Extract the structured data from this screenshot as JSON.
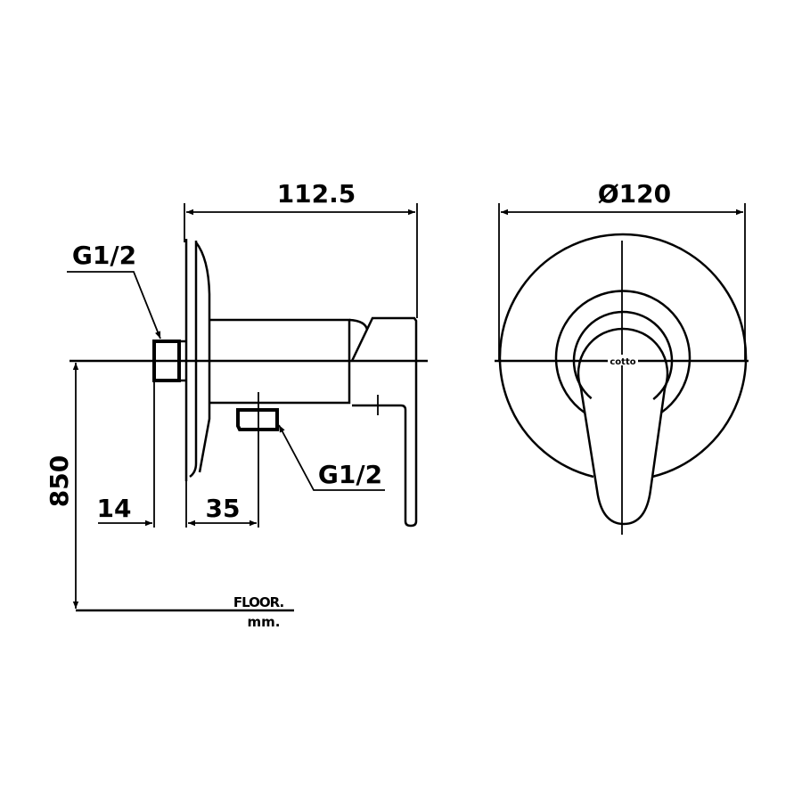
{
  "dimensions": {
    "depth": "112.5",
    "diameter": "Ø120",
    "height": "850",
    "plate": "14",
    "outlet_offset": "35"
  },
  "labels": {
    "inlet_thread": "G1/2",
    "outlet_thread": "G1/2",
    "floor": "FLOOR.",
    "unit": "mm."
  },
  "logo": "cotto"
}
